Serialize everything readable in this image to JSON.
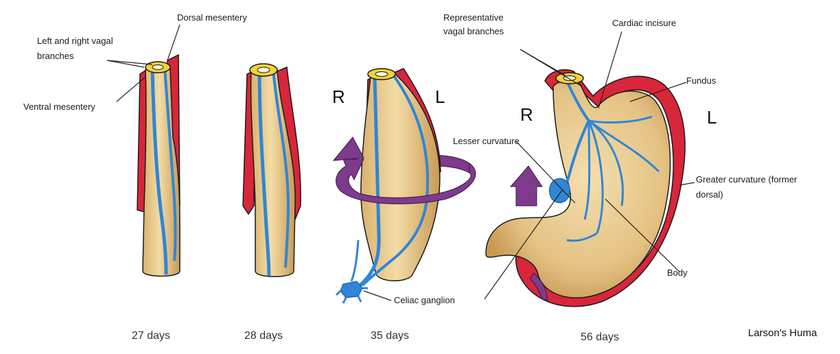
{
  "labels": {
    "dorsal_mesentery": "Dorsal mesentery",
    "vagal_left_right_1": "Left and right vagal",
    "vagal_left_right_2": "branches",
    "ventral_mesentery": "Ventral mesentery",
    "representative_1": "Representative",
    "representative_2": "vagal branches",
    "cardiac_incisure": "Cardiac incisure",
    "fundus": "Fundus",
    "lesser_curvature": "Lesser curvature",
    "greater_curvature_1": "Greater curvature (former",
    "greater_curvature_2": "dorsal)",
    "body": "Body",
    "celiac_ganglion": "Celiac ganglion"
  },
  "orientation": {
    "r_35": "R",
    "l_35": "L",
    "r_56": "R",
    "l_56": "L"
  },
  "stages": {
    "d27": "27 days",
    "d28": "28 days",
    "d35": "35 days",
    "d56": "56 days"
  },
  "credit": "Larson's Huma",
  "colors": {
    "tissue": "#e8c98a",
    "tissue_shade": "#c9a05c",
    "mesentery": "#d8263a",
    "vagus": "#2f86d6",
    "rotation_arrow": "#7e3a8c",
    "ring": "#f4d23a"
  }
}
